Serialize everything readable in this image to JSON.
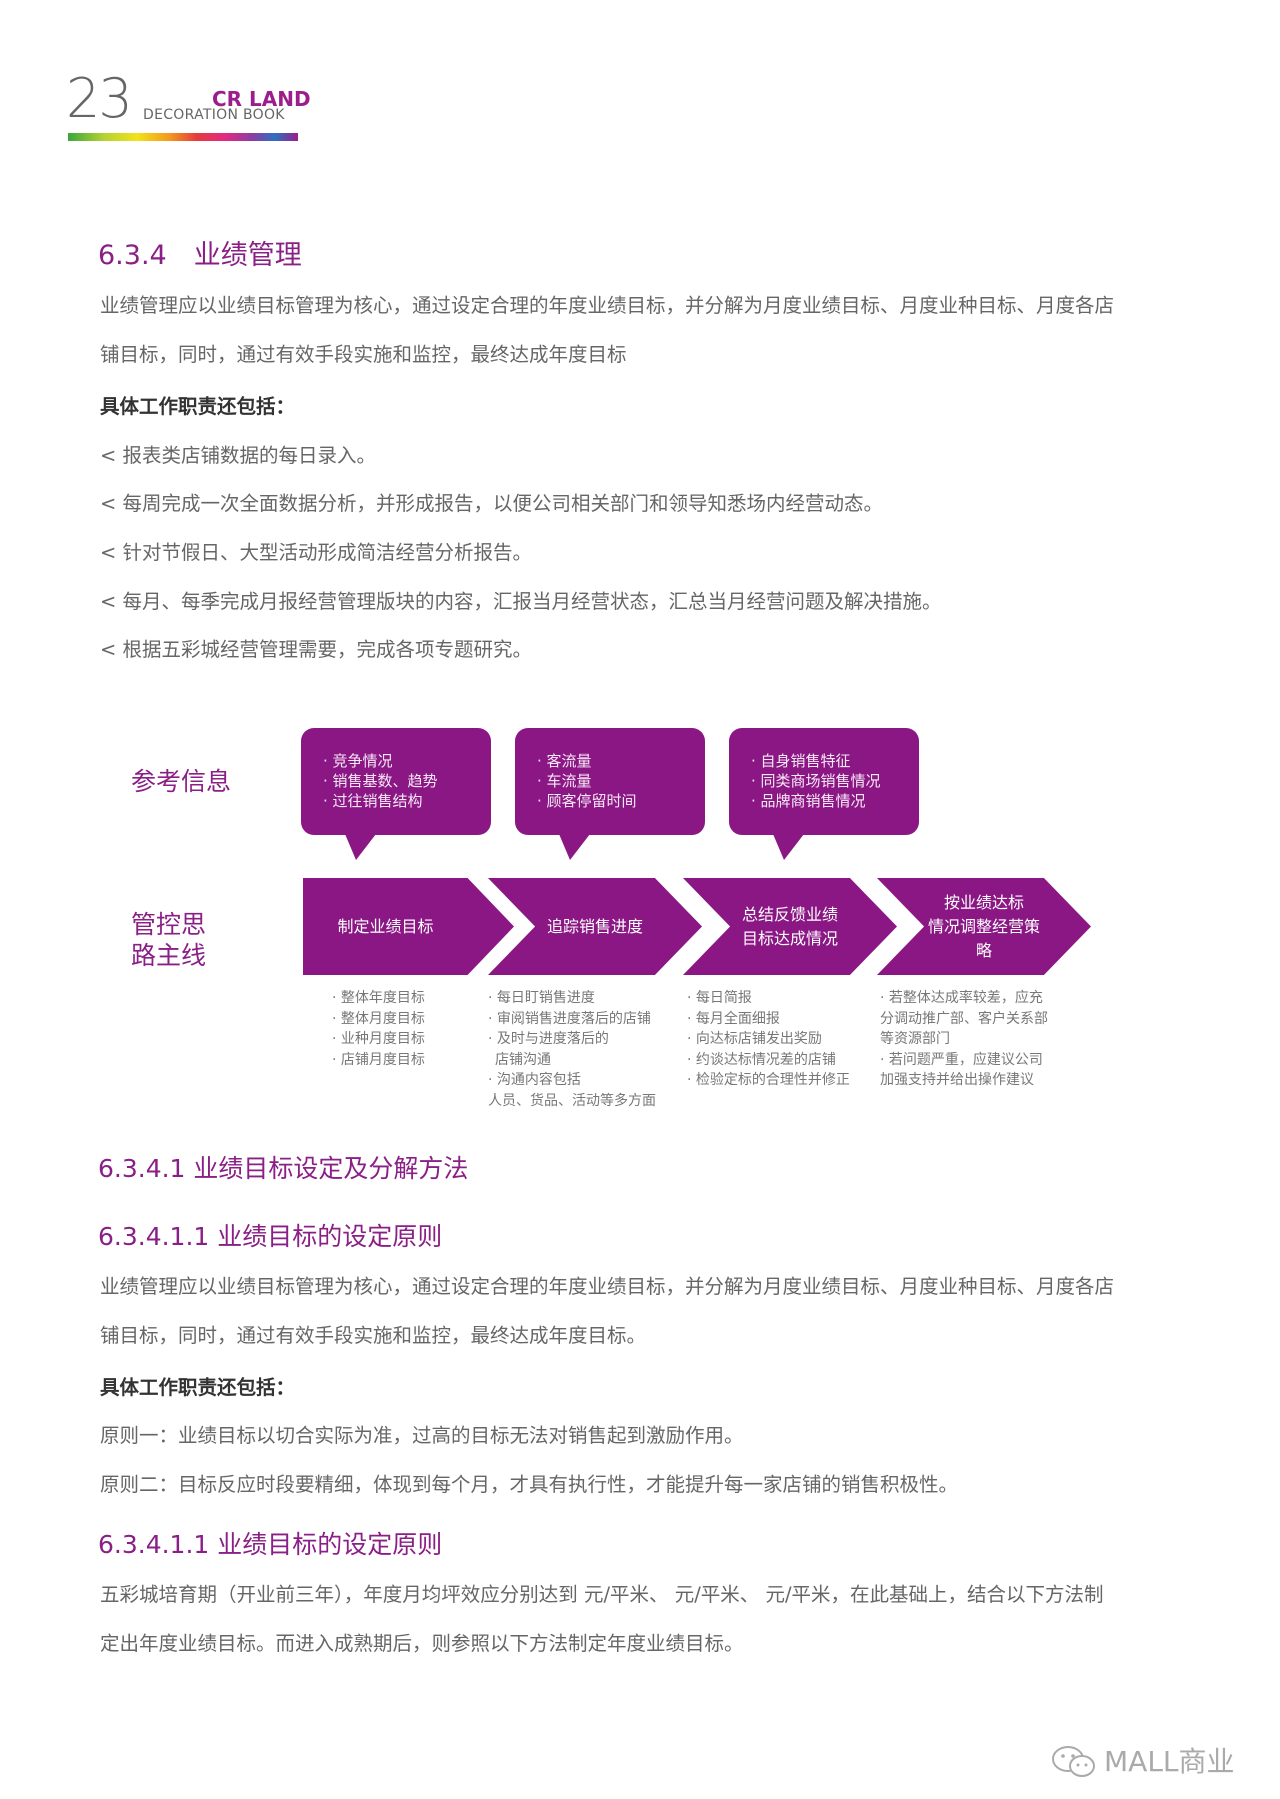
{
  "header": {
    "page_number": "23",
    "brand": "CR LAND",
    "subtitle": "DECORATION BOOK"
  },
  "section_634": {
    "title": "6.3.4　业绩管理",
    "intro_line1": "业绩管理应以业绩目标管理为核心，通过设定合理的年度业绩目标，并分解为月度业绩目标、月度业种目标、月度各店",
    "intro_line2": "铺目标，同时，通过有效手段实施和监控，最终达成年度目标",
    "duties_heading": "具体工作职责还包括：",
    "duties": [
      "< 报表类店铺数据的每日录入。",
      "< 每周完成一次全面数据分析，并形成报告，以便公司相关部门和领导知悉场内经营动态。",
      "< 针对节假日、大型活动形成简洁经营分析报告。",
      "< 每月、每季完成月报经营管理版块的内容，汇报当月经营状态，汇总当月经营问题及解决措施。",
      "< 根据五彩城经营管理需要，完成各项专题研究。"
    ]
  },
  "diagram": {
    "label_reference": "参考信息",
    "label_control_line1": "管控思",
    "label_control_line2": "路主线",
    "bubbles": [
      [
        "竞争情况",
        "销售基数、趋势",
        "过往销售结构"
      ],
      [
        "客流量",
        "车流量",
        "顾客停留时间"
      ],
      [
        "自身销售特征",
        "同类商场销售情况",
        "品牌商销售情况"
      ]
    ],
    "steps": [
      [
        "制定业绩目标"
      ],
      [
        "追踪销售进度"
      ],
      [
        "总结反馈业绩",
        "目标达成情况"
      ],
      [
        "按业绩达标",
        "情况调整经营策略"
      ]
    ],
    "notes": [
      [
        {
          "t": "整体年度目标",
          "b": true
        },
        {
          "t": "整体月度目标",
          "b": true
        },
        {
          "t": "业种月度目标",
          "b": true
        },
        {
          "t": "店铺月度目标",
          "b": true
        }
      ],
      [
        {
          "t": "每日盯销售进度",
          "b": true
        },
        {
          "t": "审阅销售进度落后的店铺",
          "b": true
        },
        {
          "t": "及时与进度落后的",
          "b": true
        },
        {
          "t": "店铺沟通",
          "b": false
        },
        {
          "t": "沟通内容包括",
          "b": true
        },
        {
          "t": "人员、货品、活动等多方面",
          "b": false
        }
      ],
      [
        {
          "t": "每日简报",
          "b": true
        },
        {
          "t": "每月全面细报",
          "b": true
        },
        {
          "t": "向达标店铺发出奖励",
          "b": true
        },
        {
          "t": "约谈达标情况差的店铺",
          "b": true
        },
        {
          "t": "检验定标的合理性并修正",
          "b": true
        }
      ],
      [
        {
          "t": "若整体达成率较差，应充",
          "b": true
        },
        {
          "t": "分调动推广部、客户关系部",
          "b": false
        },
        {
          "t": "等资源部门",
          "b": false
        },
        {
          "t": "若问题严重，应建议公司",
          "b": true
        },
        {
          "t": "加强支持并给出操作建议",
          "b": false
        }
      ]
    ]
  },
  "section_6341": {
    "title": "6.3.4.1 业绩目标设定及分解方法"
  },
  "section_63411a": {
    "title": "6.3.4.1.1 业绩目标的设定原则",
    "line1": "业绩管理应以业绩目标管理为核心，通过设定合理的年度业绩目标，并分解为月度业绩目标、月度业种目标、月度各店",
    "line2": "铺目标，同时，通过有效手段实施和监控，最终达成年度目标。",
    "duties_heading": "具体工作职责还包括：",
    "principle1": "原则一：业绩目标以切合实际为准，过高的目标无法对销售起到激励作用。",
    "principle2": "原则二：目标反应时段要精细，体现到每个月，才具有执行性，才能提升每一家店铺的销售积极性。"
  },
  "section_63411b": {
    "title": "6.3.4.1.1 业绩目标的设定原则",
    "line1": "五彩城培育期（开业前三年），年度月均坪效应分别达到 元/平米、 元/平米、 元/平米，在此基础上，结合以下方法制",
    "line2": "定出年度业绩目标。而进入成熟期后，则参照以下方法制定年度业绩目标。"
  },
  "watermark": {
    "text": "MALL商业",
    "icon": "wechat-icon"
  }
}
